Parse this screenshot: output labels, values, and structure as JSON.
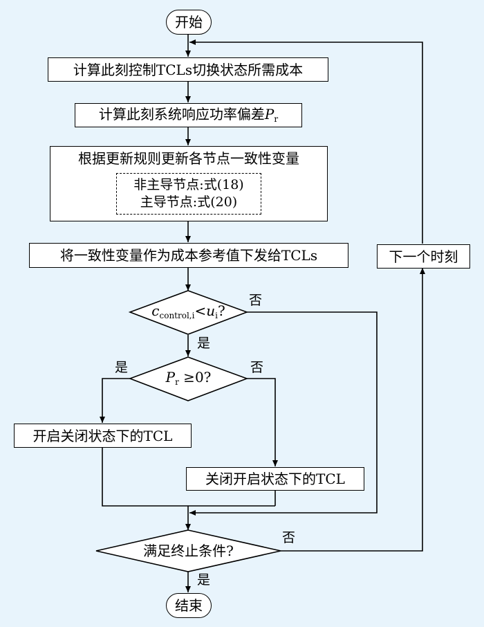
{
  "nodes": {
    "start": "开始",
    "step1": "计算此刻控制TCLs切换状态所需成本",
    "step2_prefix": "计算此刻系统响应功率偏差",
    "step2_var": "P",
    "step2_sub": "r",
    "step3_title": "根据更新规则更新各节点一致性变量",
    "step3_line1": "非主导节点:式(18)",
    "step3_line2": "主导节点:式(20)",
    "step4": "将一致性变量作为成本参考值下发给TCLs",
    "dec1_var": "c",
    "dec1_sub": "control,i",
    "dec1_op": "<",
    "dec1_rhs": "u",
    "dec1_rhs_sub": "i",
    "dec1_q": "?",
    "dec2_var": "P",
    "dec2_sub": "r",
    "dec2_rest": " ≥0?",
    "open_tcl": "开启关闭状态下的TCL",
    "close_tcl": "关闭开启状态下的TCL",
    "next_time": "下一个时刻",
    "dec3": "满足终止条件?",
    "end": "结束"
  },
  "labels": {
    "yes": "是",
    "no": "否"
  }
}
